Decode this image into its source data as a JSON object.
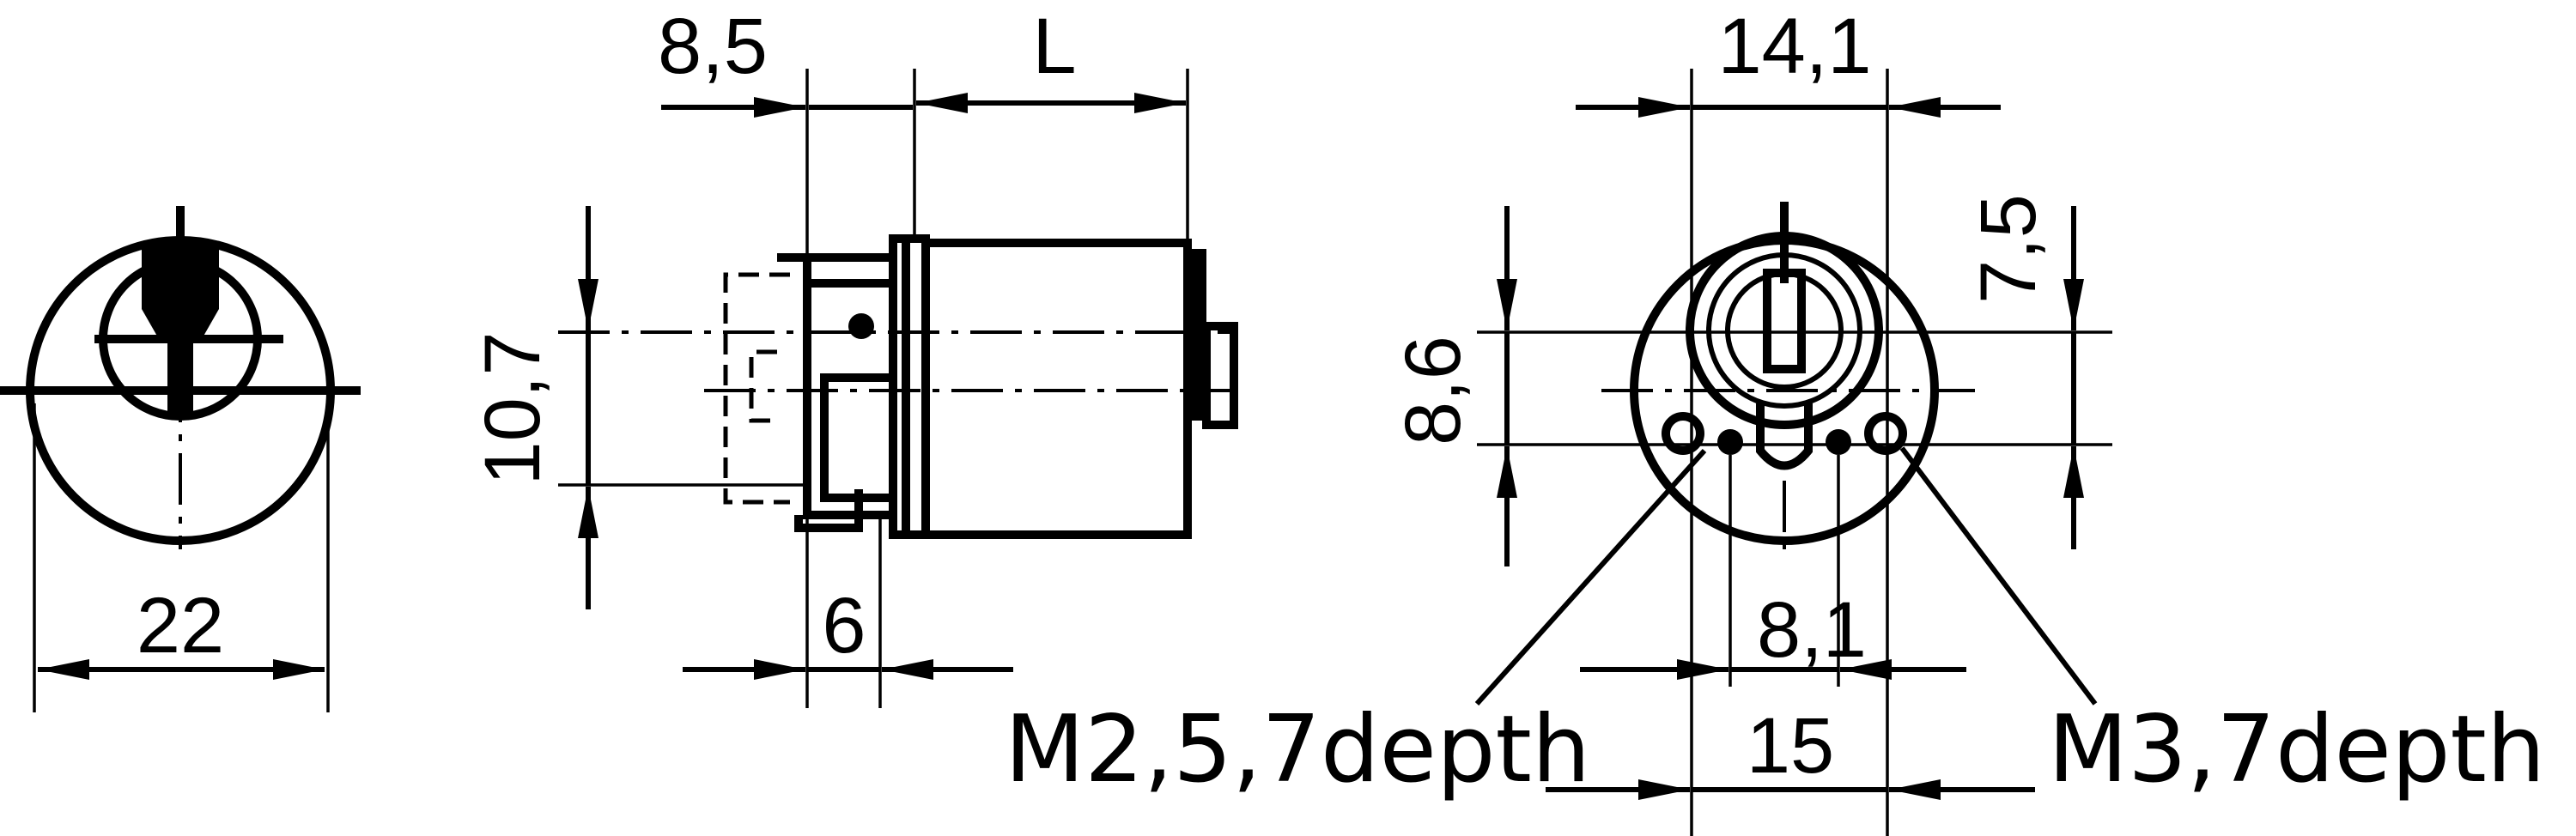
{
  "dimensions": {
    "front_diameter": "22",
    "side_flange": "8,5",
    "side_length": "L",
    "side_height": "10,7",
    "side_shaft": "6",
    "rear_top_width": "14,1",
    "rear_right_height": "7,5",
    "rear_left_height": "8,6",
    "rear_hole_spacing_inner": "8,1",
    "rear_hole_spacing_outer": "15"
  },
  "notes": {
    "left_thread": "M2,5,7depth",
    "right_thread": "M3,7depth"
  }
}
